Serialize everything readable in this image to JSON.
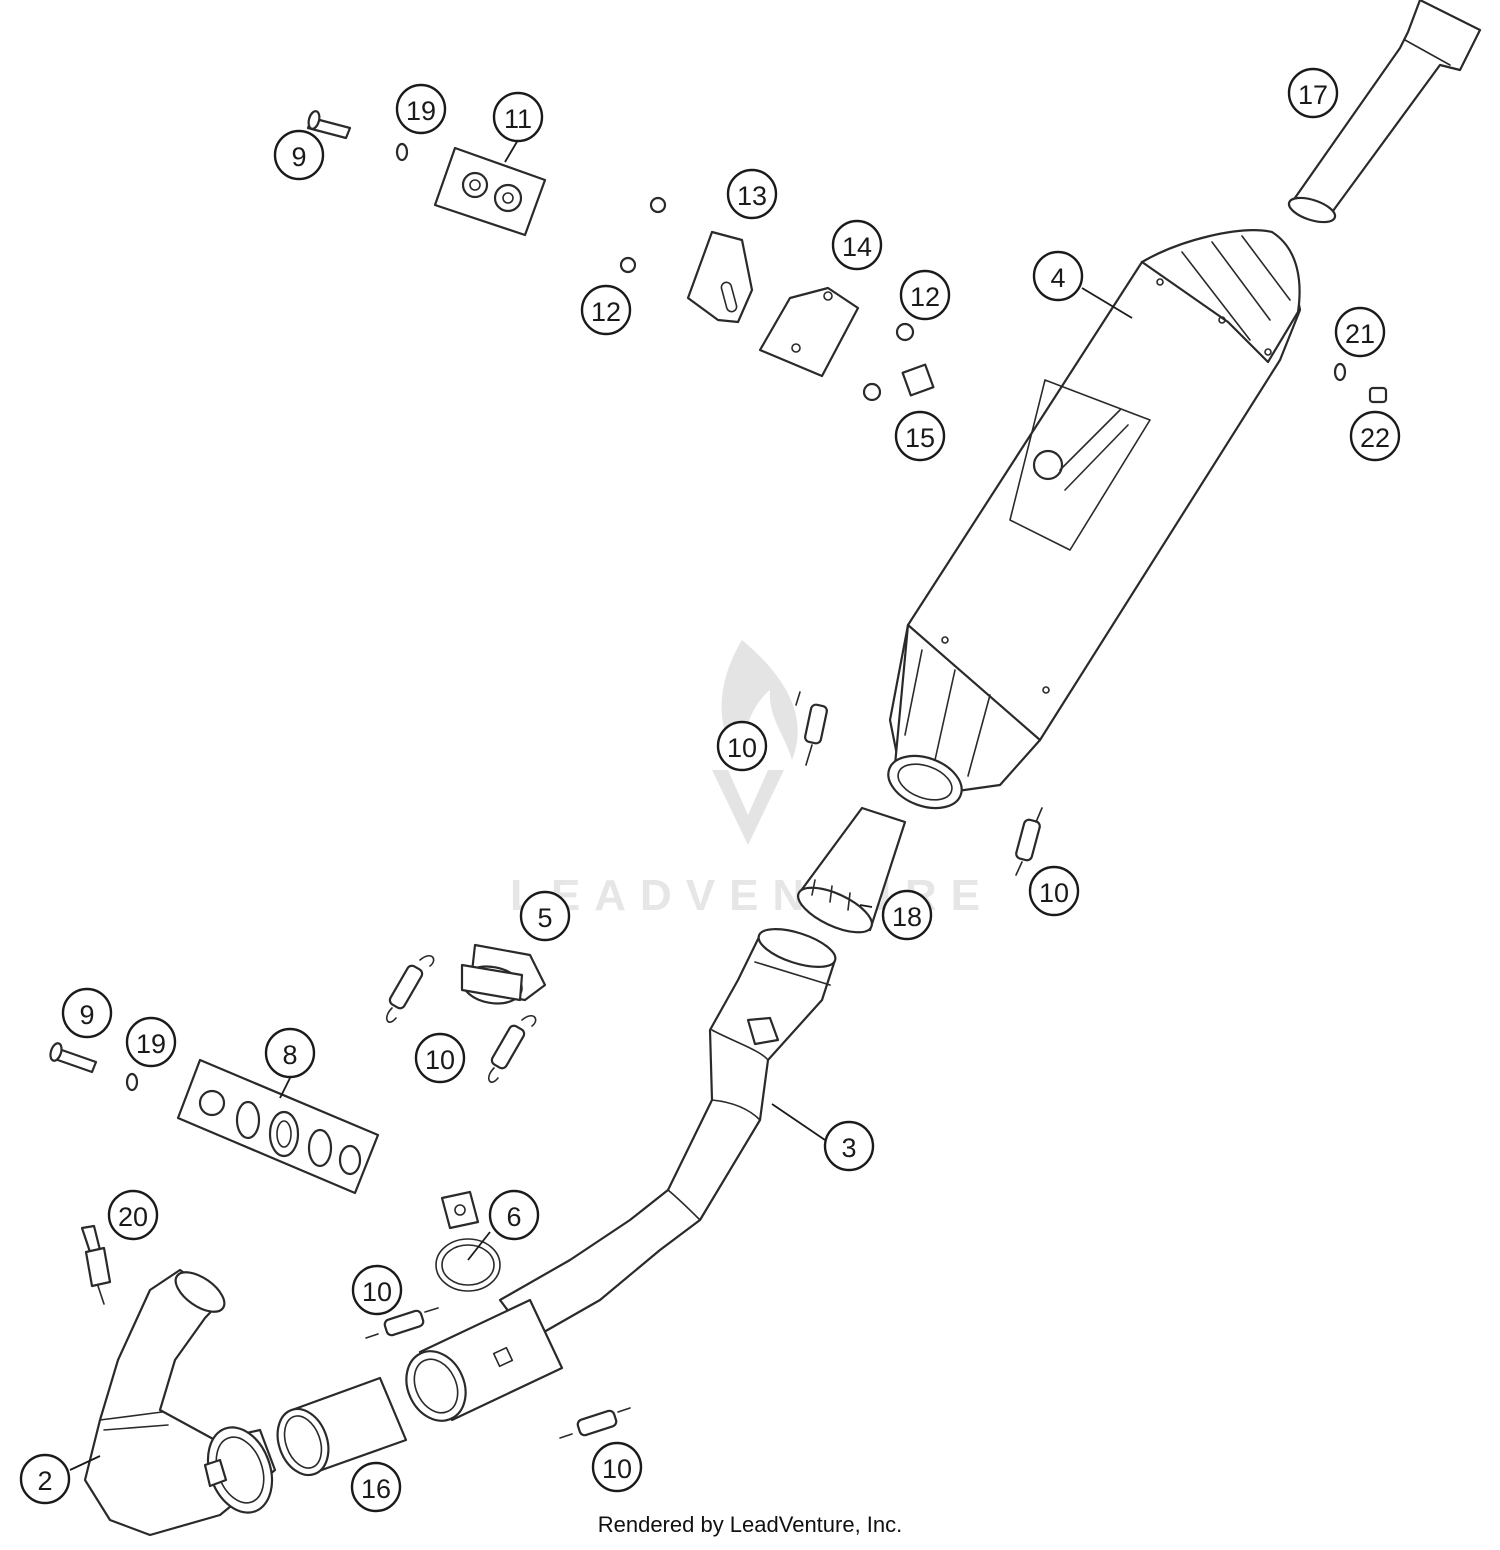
{
  "watermark": {
    "text": "LEADVENTURE"
  },
  "callouts": [
    {
      "id": "c9a",
      "label": "9"
    },
    {
      "id": "c19a",
      "label": "19"
    },
    {
      "id": "c11",
      "label": "11"
    },
    {
      "id": "c12a",
      "label": "12"
    },
    {
      "id": "c13",
      "label": "13"
    },
    {
      "id": "c14",
      "label": "14"
    },
    {
      "id": "c12b",
      "label": "12"
    },
    {
      "id": "c15",
      "label": "15"
    },
    {
      "id": "c17",
      "label": "17"
    },
    {
      "id": "c4",
      "label": "4"
    },
    {
      "id": "c21",
      "label": "21"
    },
    {
      "id": "c22",
      "label": "22"
    },
    {
      "id": "c10a",
      "label": "10"
    },
    {
      "id": "c10b",
      "label": "10"
    },
    {
      "id": "c18",
      "label": "18"
    },
    {
      "id": "c5",
      "label": "5"
    },
    {
      "id": "c9b",
      "label": "9"
    },
    {
      "id": "c19b",
      "label": "19"
    },
    {
      "id": "c8",
      "label": "8"
    },
    {
      "id": "c10c",
      "label": "10"
    },
    {
      "id": "c3",
      "label": "3"
    },
    {
      "id": "c20",
      "label": "20"
    },
    {
      "id": "c6",
      "label": "6"
    },
    {
      "id": "c10d",
      "label": "10"
    },
    {
      "id": "c2",
      "label": "2"
    },
    {
      "id": "c16",
      "label": "16"
    },
    {
      "id": "c10e",
      "label": "10"
    }
  ],
  "footer": {
    "credit": "Rendered by LeadVenture, Inc."
  }
}
